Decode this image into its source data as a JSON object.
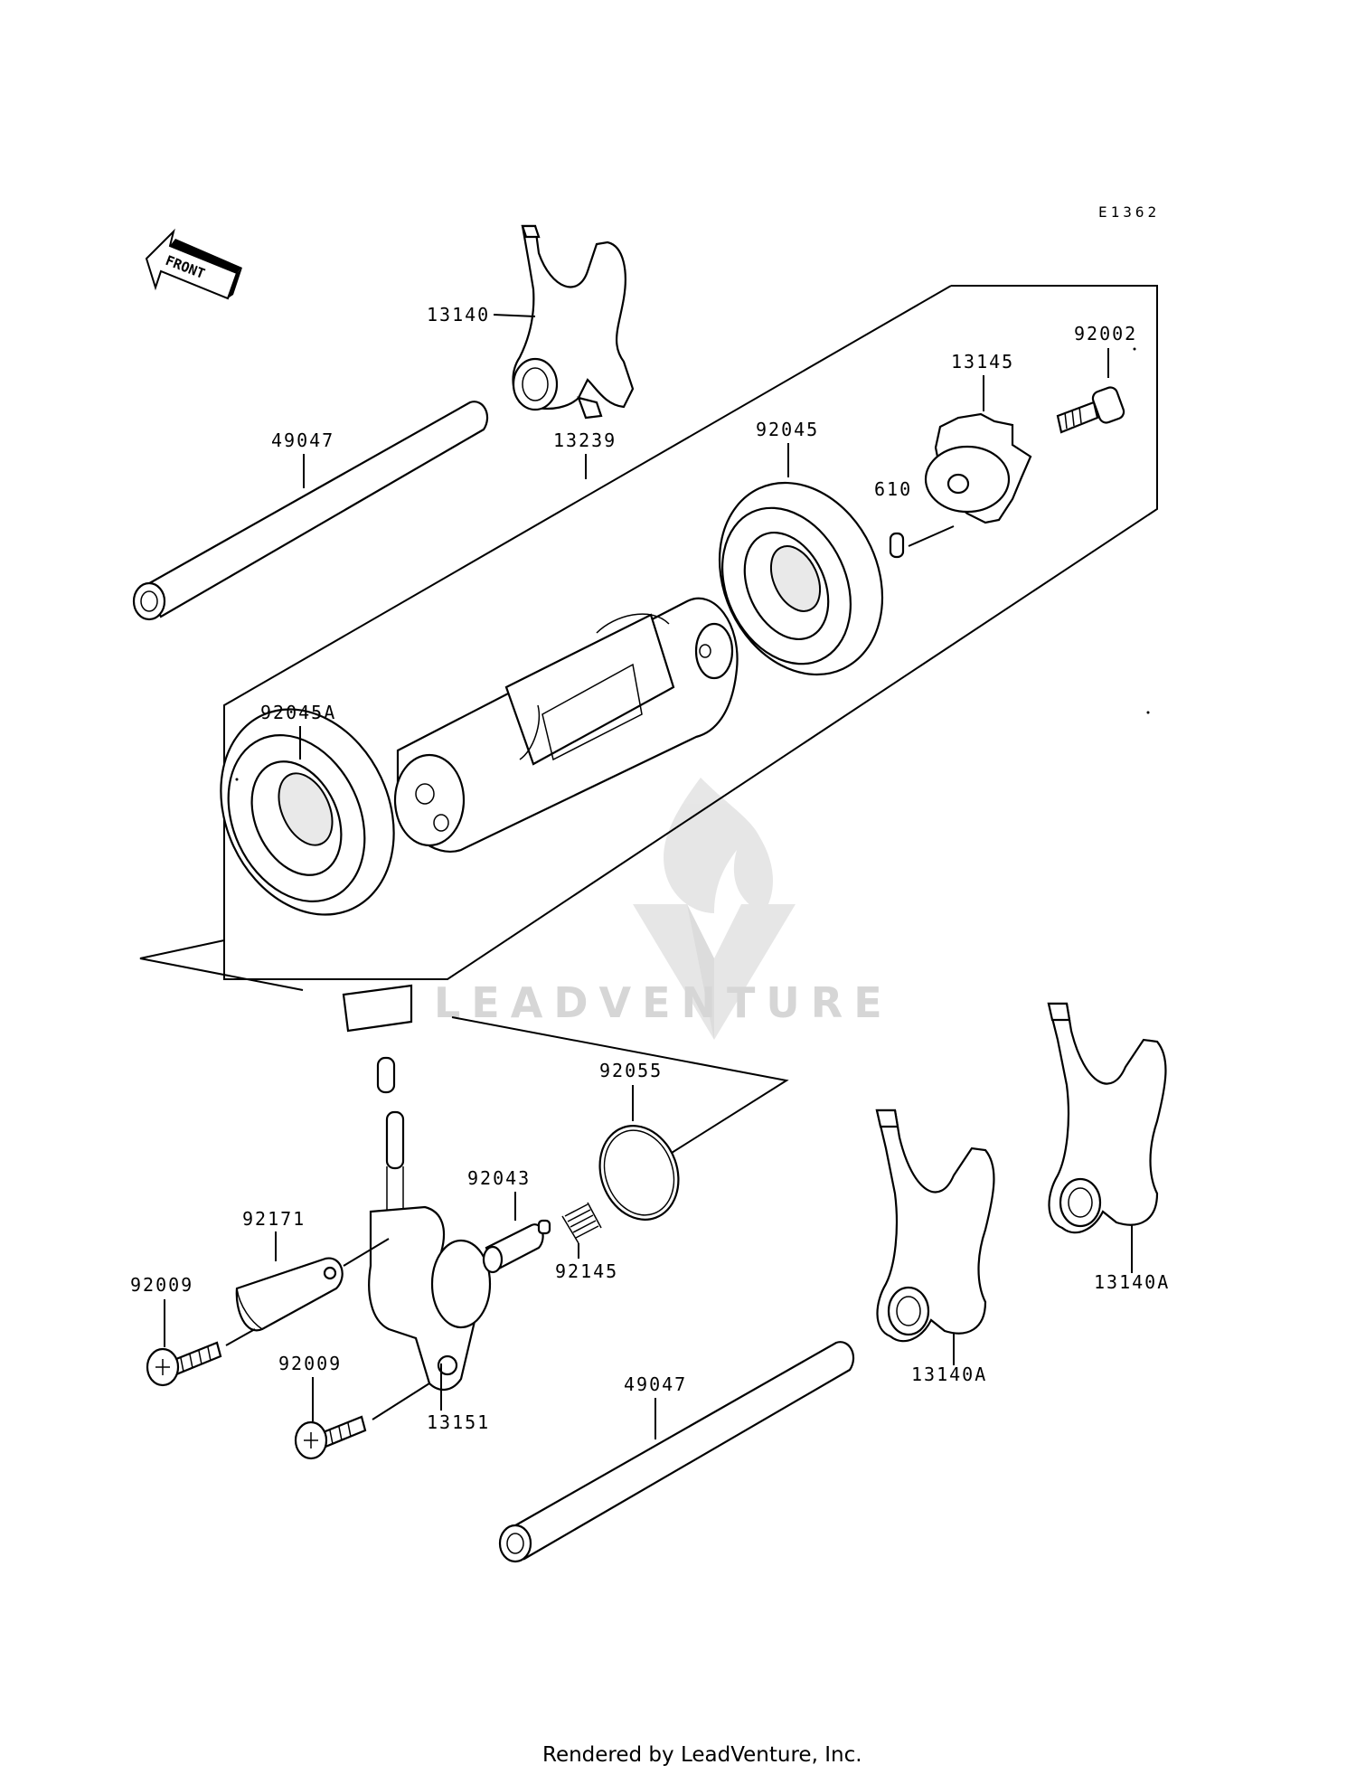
{
  "diagram_code": "E1362",
  "front_label": "FRONT",
  "watermark": "LEADVENTURE",
  "footer": "Rendered by LeadVenture, Inc.",
  "parts": [
    {
      "id": "13140-top",
      "label": "13140",
      "name": "shift fork"
    },
    {
      "id": "49047-top",
      "label": "49047",
      "name": "shift fork shaft"
    },
    {
      "id": "13239",
      "label": "13239",
      "name": "shift drum"
    },
    {
      "id": "92045",
      "label": "92045",
      "name": "bearing"
    },
    {
      "id": "13145",
      "label": "13145",
      "name": "pin holder"
    },
    {
      "id": "92002",
      "label": "92002",
      "name": "bolt"
    },
    {
      "id": "610",
      "label": "610",
      "name": "pin"
    },
    {
      "id": "92045A",
      "label": "92045A",
      "name": "bearing"
    },
    {
      "id": "92055",
      "label": "92055",
      "name": "o-ring"
    },
    {
      "id": "92043",
      "label": "92043",
      "name": "pin"
    },
    {
      "id": "92145",
      "label": "92145",
      "name": "spring"
    },
    {
      "id": "92171",
      "label": "92171",
      "name": "clamp"
    },
    {
      "id": "92009-a",
      "label": "92009",
      "name": "screw"
    },
    {
      "id": "92009-b",
      "label": "92009",
      "name": "screw"
    },
    {
      "id": "13151",
      "label": "13151",
      "name": "switch"
    },
    {
      "id": "49047-bottom",
      "label": "49047",
      "name": "shift fork shaft"
    },
    {
      "id": "13140A-left",
      "label": "13140A",
      "name": "shift fork"
    },
    {
      "id": "13140A-right",
      "label": "13140A",
      "name": "shift fork"
    }
  ]
}
